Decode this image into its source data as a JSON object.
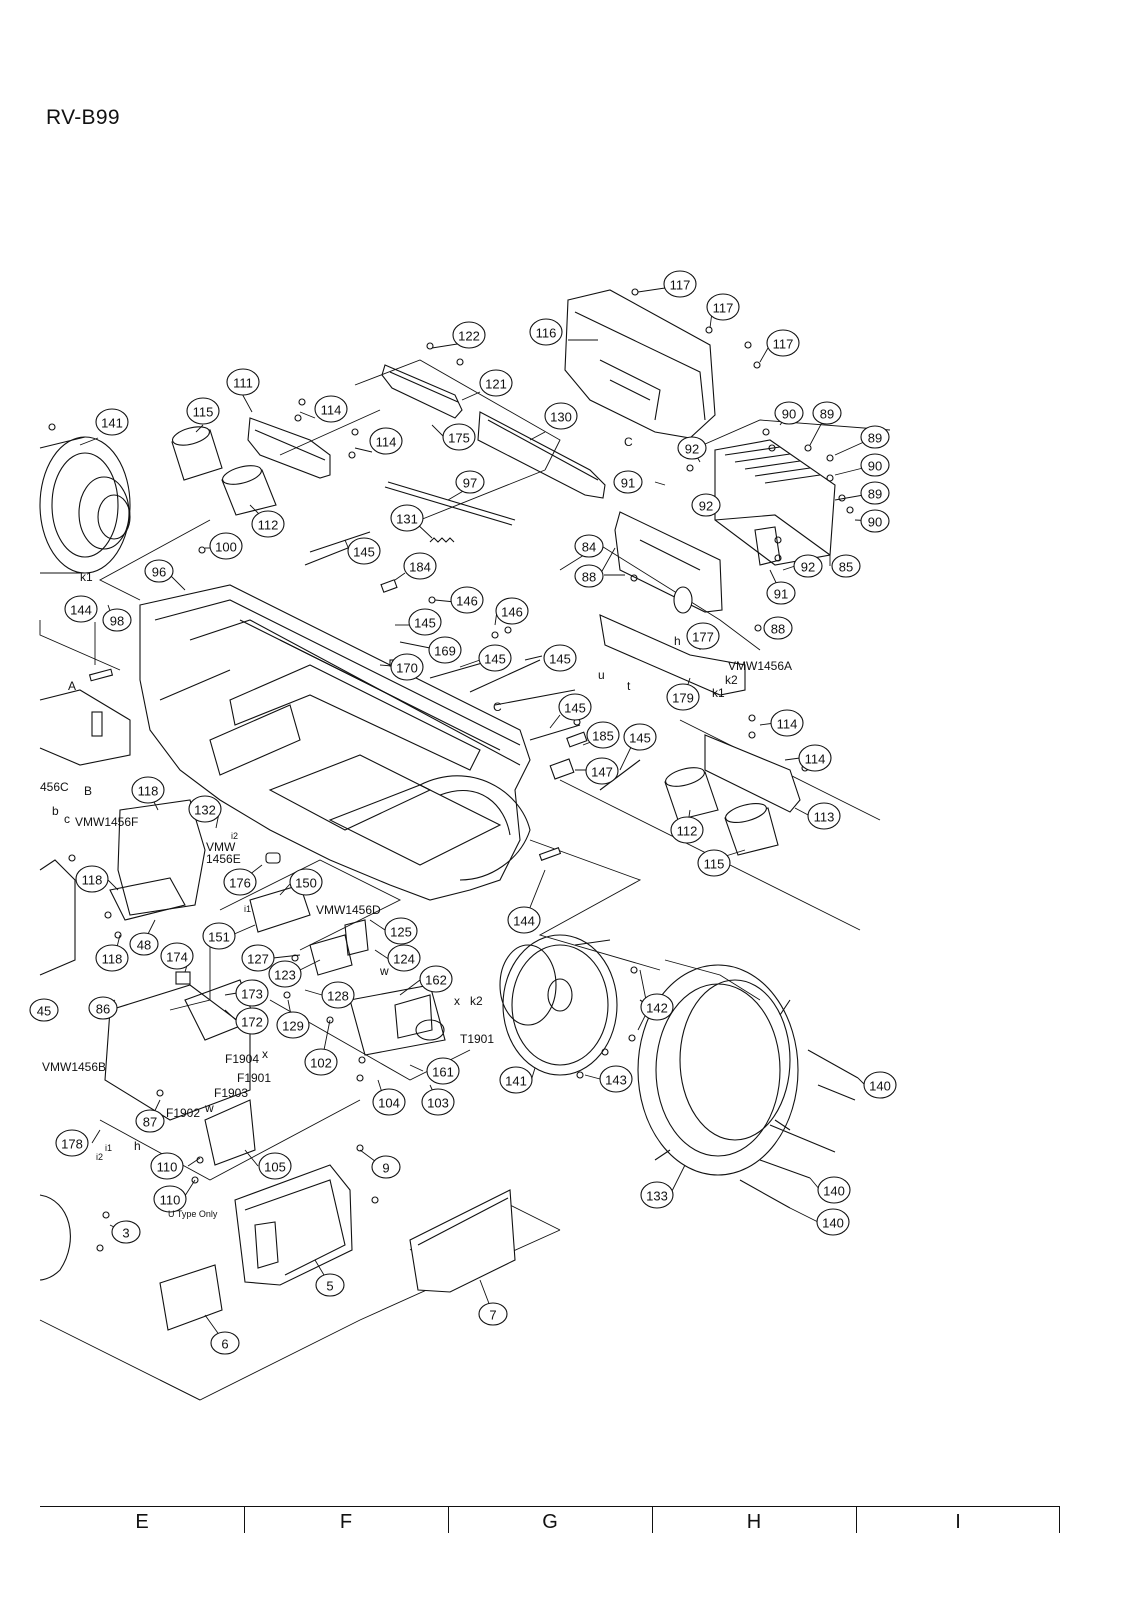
{
  "model": "RV-B99",
  "parts": [
    {
      "id": "117a",
      "label": "117"
    },
    {
      "id": "117b",
      "label": "117"
    },
    {
      "id": "117c",
      "label": "117"
    },
    {
      "id": "116",
      "label": "116"
    },
    {
      "id": "122",
      "label": "122"
    },
    {
      "id": "121",
      "label": "121"
    },
    {
      "id": "130",
      "label": "130"
    },
    {
      "id": "175",
      "label": "175"
    },
    {
      "id": "111",
      "label": "111"
    },
    {
      "id": "114a",
      "label": "114"
    },
    {
      "id": "114b",
      "label": "114"
    },
    {
      "id": "115a",
      "label": "115"
    },
    {
      "id": "141a",
      "label": "141"
    },
    {
      "id": "112a",
      "label": "112"
    },
    {
      "id": "97",
      "label": "97"
    },
    {
      "id": "90a",
      "label": "90"
    },
    {
      "id": "89a",
      "label": "89"
    },
    {
      "id": "89b",
      "label": "89"
    },
    {
      "id": "90b",
      "label": "90"
    },
    {
      "id": "89c",
      "label": "89"
    },
    {
      "id": "90c",
      "label": "90"
    },
    {
      "id": "92a",
      "label": "92"
    },
    {
      "id": "91a",
      "label": "91"
    },
    {
      "id": "92b",
      "label": "92"
    },
    {
      "id": "131",
      "label": "131"
    },
    {
      "id": "100",
      "label": "100"
    },
    {
      "id": "145a",
      "label": "145"
    },
    {
      "id": "96",
      "label": "96"
    },
    {
      "id": "184",
      "label": "184"
    },
    {
      "id": "84",
      "label": "84"
    },
    {
      "id": "92c",
      "label": "92"
    },
    {
      "id": "85",
      "label": "85"
    },
    {
      "id": "88a",
      "label": "88"
    },
    {
      "id": "91b",
      "label": "91"
    },
    {
      "id": "146a",
      "label": "146"
    },
    {
      "id": "146b",
      "label": "146"
    },
    {
      "id": "144a",
      "label": "144"
    },
    {
      "id": "98",
      "label": "98"
    },
    {
      "id": "145b",
      "label": "145"
    },
    {
      "id": "169",
      "label": "169"
    },
    {
      "id": "88b",
      "label": "88"
    },
    {
      "id": "177",
      "label": "177"
    },
    {
      "id": "170",
      "label": "170"
    },
    {
      "id": "145c",
      "label": "145"
    },
    {
      "id": "145d",
      "label": "145"
    },
    {
      "id": "179",
      "label": "179"
    },
    {
      "id": "114c",
      "label": "114"
    },
    {
      "id": "145e",
      "label": "145"
    },
    {
      "id": "185",
      "label": "185"
    },
    {
      "id": "145f",
      "label": "145"
    },
    {
      "id": "114d",
      "label": "114"
    },
    {
      "id": "147",
      "label": "147"
    },
    {
      "id": "118a",
      "label": "118"
    },
    {
      "id": "132",
      "label": "132"
    },
    {
      "id": "113",
      "label": "113"
    },
    {
      "id": "112b",
      "label": "112"
    },
    {
      "id": "115b",
      "label": "115"
    },
    {
      "id": "176",
      "label": "176"
    },
    {
      "id": "150",
      "label": "150"
    },
    {
      "id": "118b",
      "label": "118"
    },
    {
      "id": "144b",
      "label": "144"
    },
    {
      "id": "125",
      "label": "125"
    },
    {
      "id": "151",
      "label": "151"
    },
    {
      "id": "48",
      "label": "48"
    },
    {
      "id": "118c",
      "label": "118"
    },
    {
      "id": "174",
      "label": "174"
    },
    {
      "id": "127",
      "label": "127"
    },
    {
      "id": "124",
      "label": "124"
    },
    {
      "id": "123",
      "label": "123"
    },
    {
      "id": "162",
      "label": "162"
    },
    {
      "id": "173",
      "label": "173"
    },
    {
      "id": "128",
      "label": "128"
    },
    {
      "id": "142",
      "label": "142"
    },
    {
      "id": "86",
      "label": "86"
    },
    {
      "id": "172",
      "label": "172"
    },
    {
      "id": "129",
      "label": "129"
    },
    {
      "id": "102",
      "label": "102"
    },
    {
      "id": "161",
      "label": "161"
    },
    {
      "id": "141b",
      "label": "141"
    },
    {
      "id": "143",
      "label": "143"
    },
    {
      "id": "140a",
      "label": "140"
    },
    {
      "id": "87",
      "label": "87"
    },
    {
      "id": "104",
      "label": "104"
    },
    {
      "id": "103",
      "label": "103"
    },
    {
      "id": "178",
      "label": "178"
    },
    {
      "id": "110a",
      "label": "110"
    },
    {
      "id": "105",
      "label": "105"
    },
    {
      "id": "9",
      "label": "9"
    },
    {
      "id": "140b",
      "label": "140"
    },
    {
      "id": "133",
      "label": "133"
    },
    {
      "id": "110b",
      "label": "110"
    },
    {
      "id": "140c",
      "label": "140"
    },
    {
      "id": "3",
      "label": "3"
    },
    {
      "id": "5",
      "label": "5"
    },
    {
      "id": "7",
      "label": "7"
    },
    {
      "id": "6",
      "label": "6"
    },
    {
      "id": "45",
      "label": "45"
    }
  ],
  "annotations": {
    "vmw1456a": "VMW1456A",
    "vmw1456f": "VMW1456F",
    "vmw1456e1": "VMW",
    "vmw1456e2": "1456E",
    "vmw1456d": "VMW1456D",
    "vmw1456b": "VMW1456B",
    "vmw1456c": "456C",
    "u_type_only": "U Type Only",
    "t1901": "T1901",
    "f1904": "F1904",
    "f1901": "F1901",
    "f1903": "F1903",
    "f1902": "F1902",
    "k1a": "k1",
    "k1b": "k1",
    "k2a": "k2",
    "k2b": "k2",
    "letter_A": "A",
    "letter_B": "B",
    "letter_C1": "C",
    "letter_C2": "C",
    "letter_b": "b",
    "letter_c": "c",
    "letter_h1": "h",
    "letter_h2": "h",
    "letter_u": "u",
    "letter_t": "t",
    "letter_i1": "i1",
    "letter_i2": "i2",
    "letter_i2b": "i2",
    "letter_i1b": "i1",
    "letter_w1": "w",
    "letter_w2": "w",
    "letter_x1": "x",
    "letter_x2": "x"
  },
  "zones": [
    "E",
    "F",
    "G",
    "H",
    "I"
  ]
}
